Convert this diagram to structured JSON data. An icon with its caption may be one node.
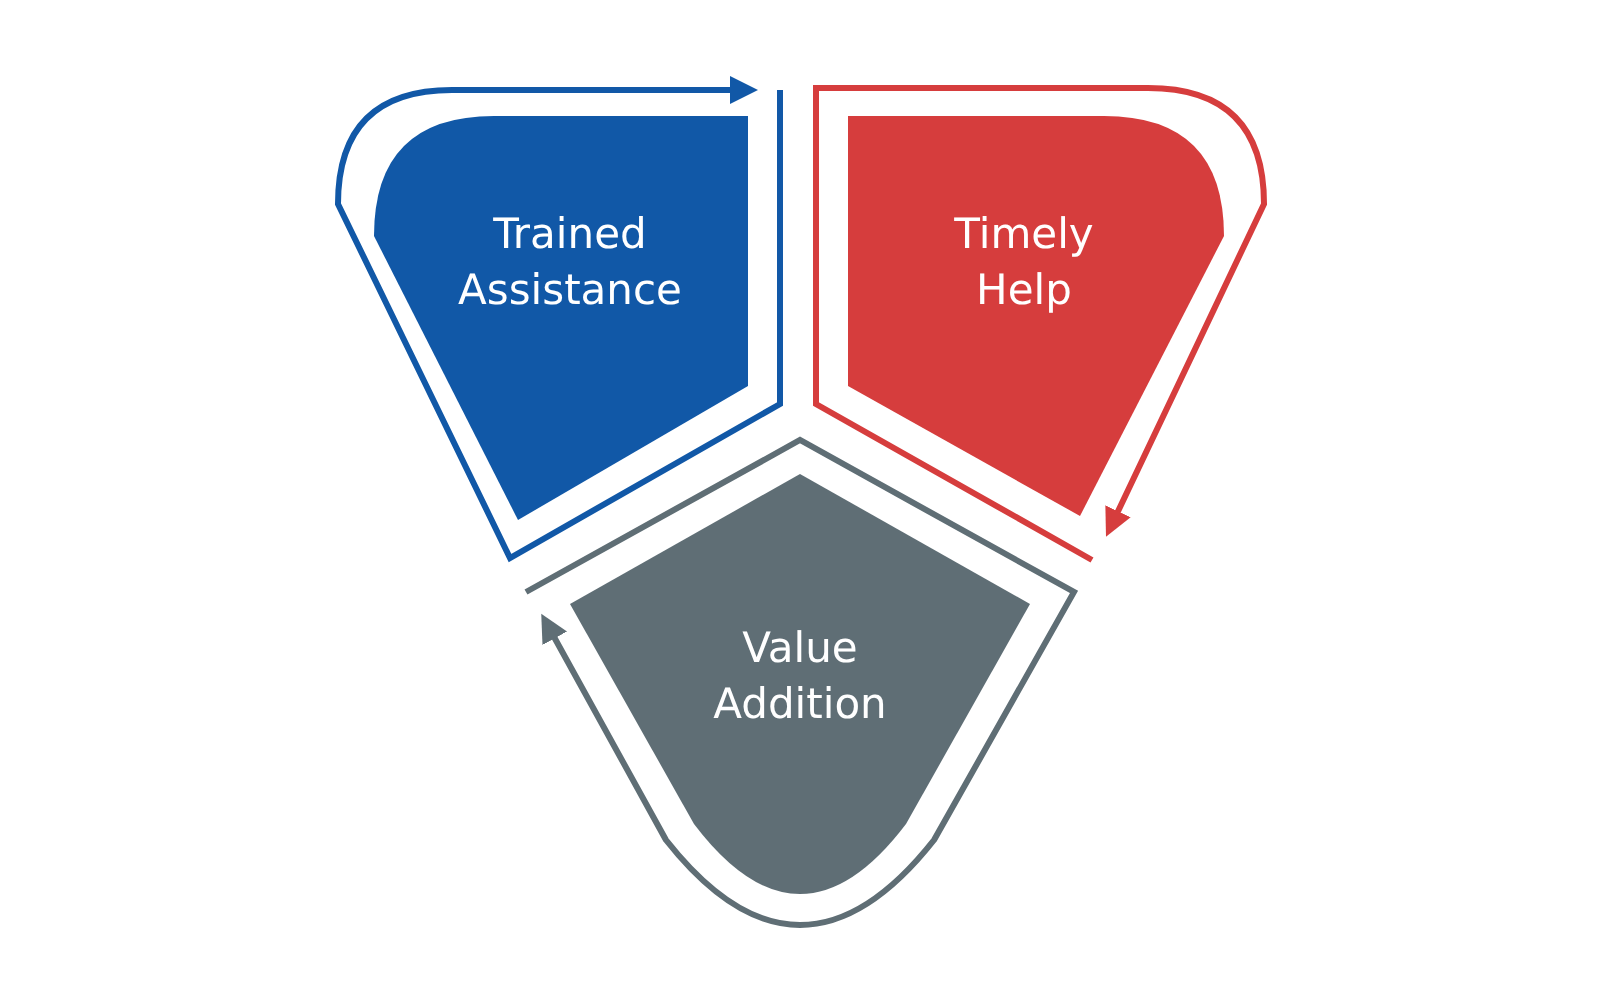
{
  "diagram": {
    "nodes": [
      {
        "text": [
          "Trained Assistance"
        ]
      },
      {
        "text": [
          "Timely Help"
        ]
      },
      {
        "text": [
          "Value Addition"
        ]
      }
    ],
    "edges": [
      {
        "from": 0,
        "to": 0,
        "arrow": "to",
        "color": "#1158a7"
      },
      {
        "from": 1,
        "to": 1,
        "arrow": "to",
        "color": "#d63d3d"
      },
      {
        "from": 2,
        "to": 2,
        "arrow": "to",
        "color": "#5f6e75"
      }
    ]
  }
}
